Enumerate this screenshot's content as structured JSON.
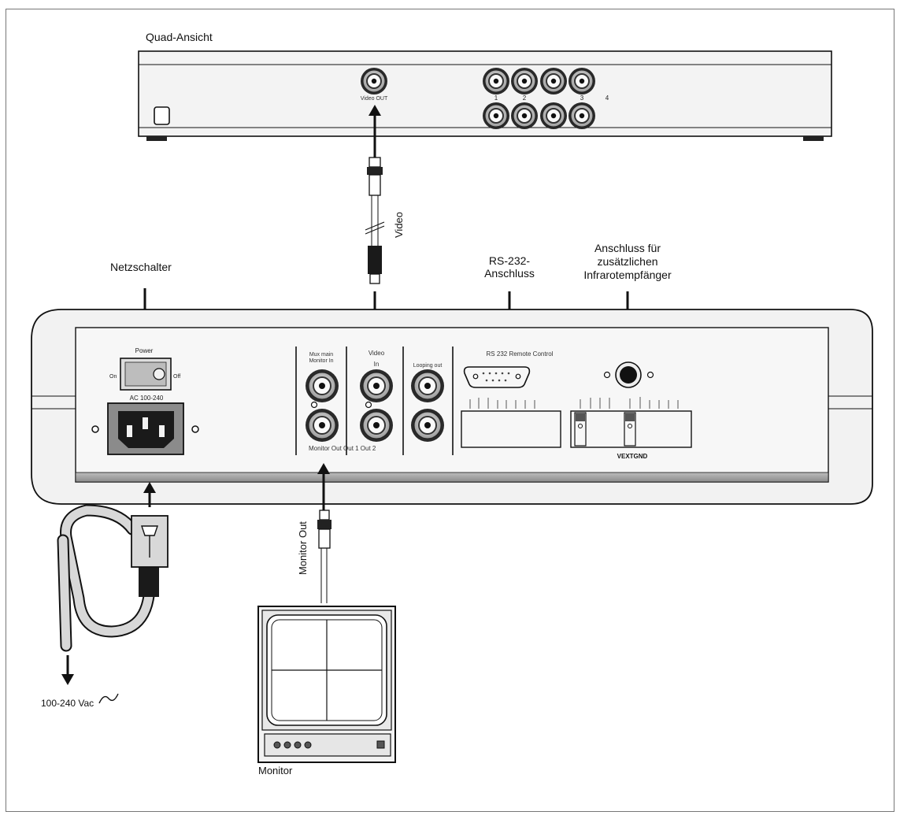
{
  "labels": {
    "quad_device": "Quad-Ansicht",
    "power_switch": "Netzschalter",
    "rs232_line1": "RS-232-",
    "rs232_line2": "Anschluss",
    "ir_line1": "Anschluss für",
    "ir_line2": "zusätzlichen",
    "ir_line3": "Infrarotempfänger",
    "video_cable": "Video",
    "monitor_out_cable": "Monitor Out",
    "mains_voltage": "100-240 Vac",
    "monitor": "Monitor"
  },
  "quad_panel": {
    "video_out": "Video OUT",
    "inputs": [
      "1",
      "2",
      "3",
      "4"
    ]
  },
  "rear_panel": {
    "power": "Power",
    "on": "On",
    "off": "Off",
    "ac_rating": "AC 100-240",
    "multiplexer_main": "Mux main",
    "monitor_in": "Monitor In",
    "video": "Video",
    "video_in": "In",
    "looping_out": "Looping out",
    "monitor_outputs": "Monitor Out Out 1 Out 2",
    "rs232_remote": "RS 232 Remote Control",
    "vextgnd": "VEXTGND"
  }
}
